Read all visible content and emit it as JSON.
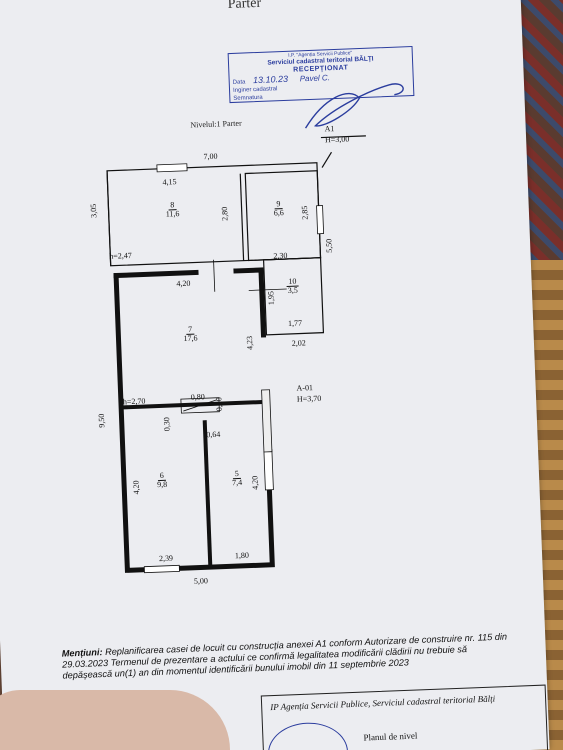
{
  "header": {
    "title_partial": "Parter"
  },
  "level_label": "Nivelul:1 Parter",
  "stamp": {
    "line1": "I.P. \"Agenția Servicii Publice\"",
    "line2": "Serviciul cadastral teritorial BĂLȚI",
    "line3": "RECEPȚIONAT",
    "date_label": "Data",
    "date_value": "13.10.23",
    "engineer_label": "Inginer cadastral",
    "signature_label": "Semnatura",
    "engineer_name": "Pavel C."
  },
  "annex": {
    "name": "A1",
    "height": "H=3,00"
  },
  "annex2": {
    "name": "A-01",
    "height": "H=3,70"
  },
  "heights": {
    "h1": "h=2,47",
    "h2": "h=2,70"
  },
  "dimensions": {
    "top_total": "7,00",
    "room8_width": "4,15",
    "left_upper": "3,05",
    "room8_right": "2,80",
    "room9_right": "2,85",
    "right_side": "5,50",
    "room10_width": "2,30",
    "room7_top": "4,20",
    "room10_height": "1,95",
    "room10_bottom": "1,77",
    "room7_right": "4,23",
    "step_width": "2,02",
    "door_width": "0,80",
    "door_depth": "0,20",
    "hall_left": "0,30",
    "hall_right": "0,64",
    "left_total": "9,50",
    "room6_left": "4,20",
    "room5_right": "4,20",
    "room6_bottom": "2,39",
    "room5_bottom": "1,80",
    "bottom_total": "5,00"
  },
  "rooms": [
    {
      "number": "8",
      "area": "11,6"
    },
    {
      "number": "9",
      "area": "6,6"
    },
    {
      "number": "10",
      "area": "3,5"
    },
    {
      "number": "7",
      "area": "17,6"
    },
    {
      "number": "6",
      "area": "9,8"
    },
    {
      "number": "5",
      "area": "7,4"
    }
  ],
  "note": {
    "label": "Mențiuni:",
    "text": "Replanificarea casei de locuit cu construcția anexei A1 conform Autorizare de construire nr. 115 din 29.03.2023 Termenul de prezentare a actului ce confirmă legalitatea modificării clădirii nu trebuie să depășească un(1) an din momentul identificării bunului imobil din 11 septembrie 2023"
  },
  "title_block": {
    "org": "IP Agenția Servicii Publice, Serviciul cadastral teritorial Bălți",
    "doc": "Planul de nivel"
  },
  "colors": {
    "stamp_blue": "#2b3d9e",
    "paper": "#ecedf1",
    "line": "#111111"
  }
}
